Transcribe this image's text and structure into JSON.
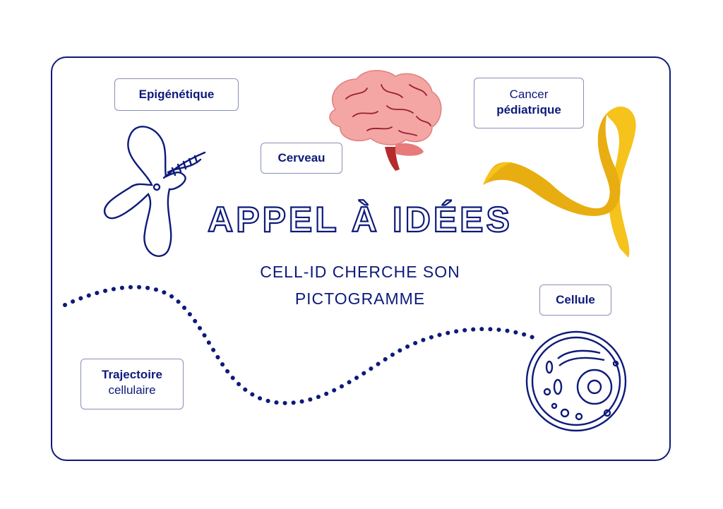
{
  "title": "APPEL À IDÉES",
  "subtitle_line1": "CELL-ID CHERCHE SON",
  "subtitle_line2": "PICTOGRAMME",
  "tags": {
    "epigenetique": "Epigénétique",
    "cerveau": "Cerveau",
    "cancer_line1": "Cancer",
    "cancer_line2": "pédiatrique",
    "cellule": "Cellule",
    "trajectoire_line1": "Trajectoire",
    "trajectoire_line2": "cellulaire"
  },
  "colors": {
    "navy": "#0d1a7a",
    "brain": "#f0a0a0",
    "ribbon": "#f6c21c"
  },
  "icons": [
    "chromosome-dna-icon",
    "brain-icon",
    "ribbon-icon",
    "cell-icon",
    "dotted-trajectory-line"
  ]
}
